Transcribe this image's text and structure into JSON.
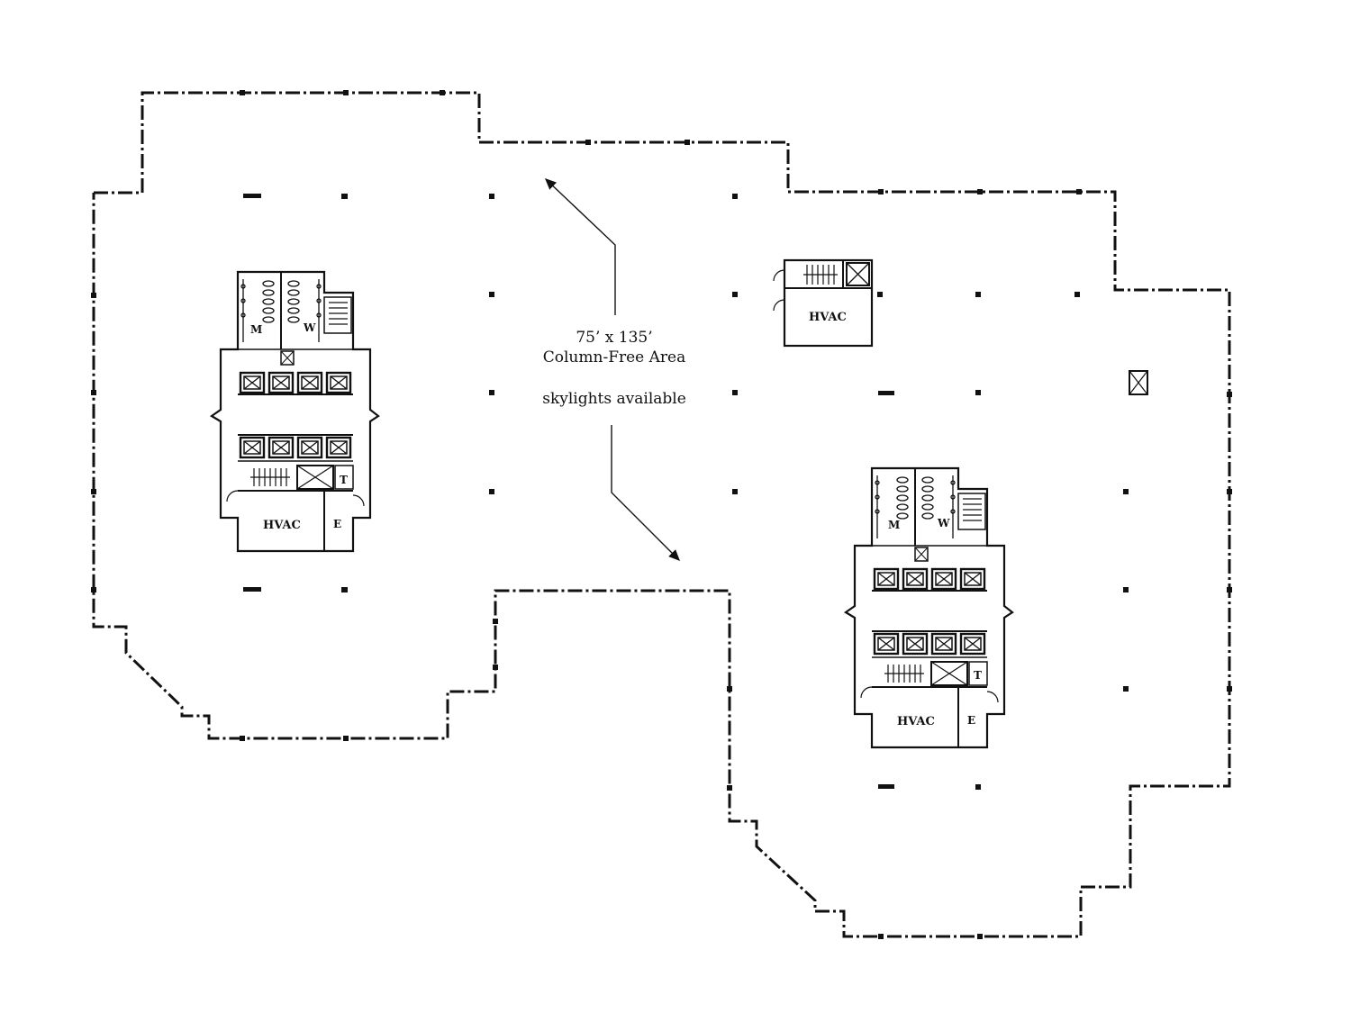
{
  "annotation": {
    "dimensions": "75’ x 135’",
    "area": "Column-Free Area",
    "note": "skylights available"
  },
  "left_core": {
    "mens_room": "M",
    "womens_room": "W",
    "toilet": "T",
    "hvac": "HVAC",
    "electrical": "E"
  },
  "right_core": {
    "mens_room": "M",
    "womens_room": "W",
    "toilet": "T",
    "hvac": "HVAC",
    "electrical": "E"
  },
  "detached_hvac": {
    "label": "HVAC"
  },
  "colors": {
    "line": "#111111",
    "background": "#ffffff"
  }
}
